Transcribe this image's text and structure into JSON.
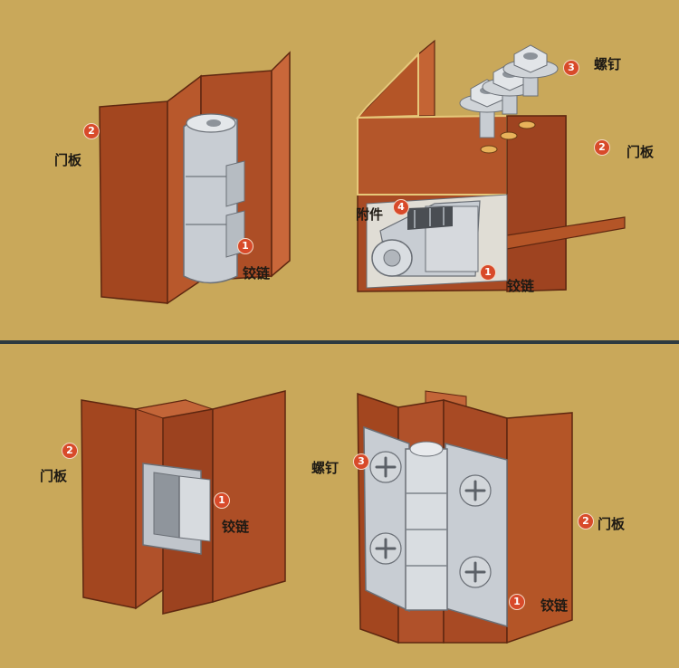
{
  "labels": {
    "door_panel": "门板",
    "hinge": "铰链",
    "screw": "螺钉",
    "accessory": "附件"
  },
  "markers": {
    "one": "1",
    "two": "2",
    "three": "3",
    "four": "4"
  },
  "colors": {
    "background": "#c9a85a",
    "door_panel": "#a84a24",
    "hinge_metal": "#c8cdd3",
    "marker": "#d84a2a",
    "divider": "#2d3a40"
  }
}
